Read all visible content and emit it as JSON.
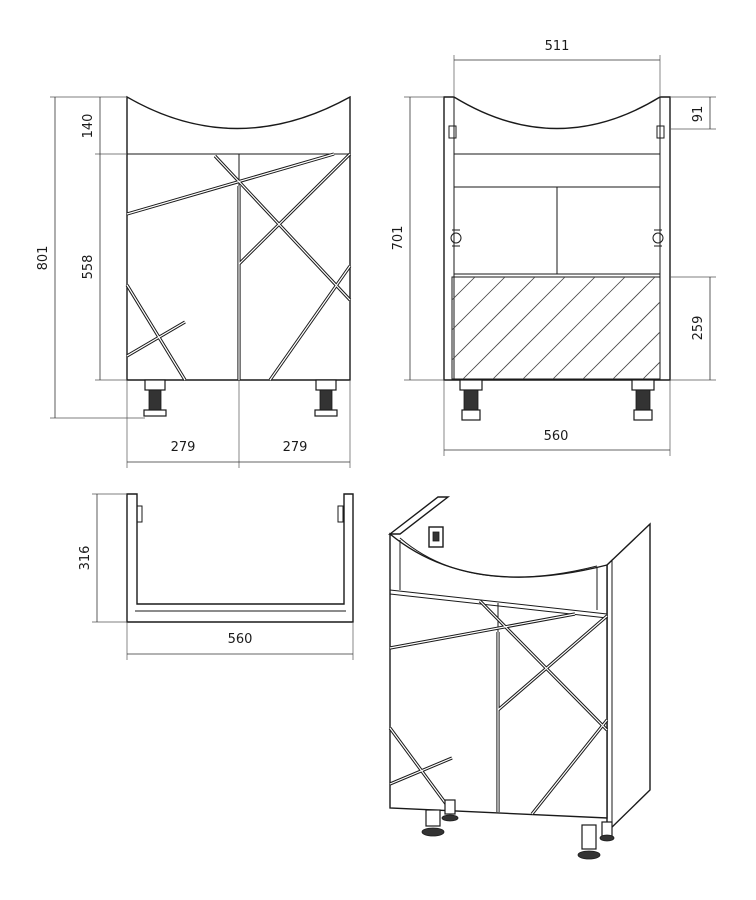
{
  "dimensions": {
    "front_height_total": "801",
    "front_top_height": "140",
    "front_door_height": "558",
    "front_door_width_left": "279",
    "front_door_width_right": "279",
    "back_top_width": "511",
    "back_top_height": "91",
    "back_inner_height": "701",
    "back_lower_height": "259",
    "back_width": "560",
    "plan_depth": "316",
    "plan_width": "560"
  },
  "colors": {
    "line": "#1a1a1a",
    "background": "#ffffff"
  }
}
